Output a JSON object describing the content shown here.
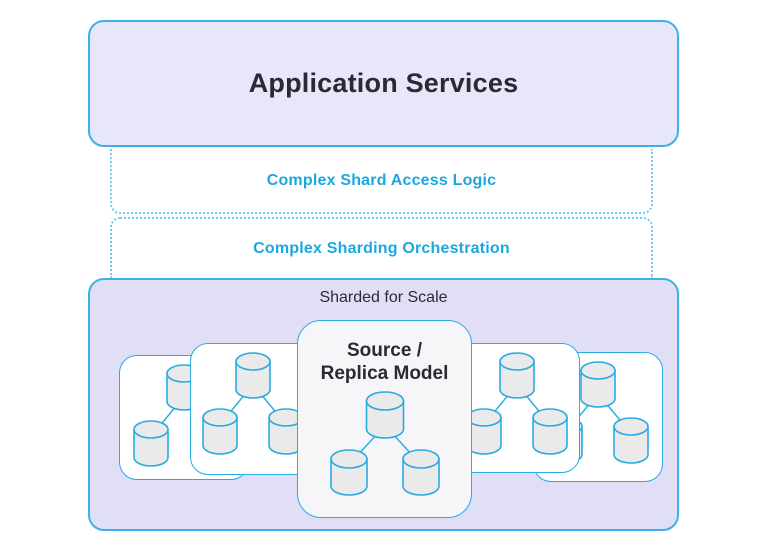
{
  "diagram": {
    "application_services_label": "Application Services",
    "shard_access_logic_label": "Complex Shard Access Logic",
    "sharding_orchestration_label": "Complex Sharding Orchestration",
    "sharded_for_scale_label": "Sharded for Scale",
    "source_replica_card": {
      "line1": "Source /",
      "line2": "Replica Model"
    },
    "shard_card_count": 5
  },
  "icons": {
    "database_tree_icon": "tree-of-three-database-cylinders",
    "database_cylinder_icon": "database-cylinder"
  },
  "colors": {
    "background": "#ffffff",
    "accent_blue": "#1ca7e2",
    "box_border_cyan": "#3bb1e7",
    "dotted_cyan": "#6ecbf2",
    "lavender_top": "#e8e6fa",
    "lavender_container": "#e1dff6",
    "card_white": "#ffffff",
    "center_card_fill": "#f6f6f9",
    "cylinder_fill": "#eaeaea",
    "cylinder_stroke": "#29abe2",
    "dark_text": "#2a2a33"
  }
}
